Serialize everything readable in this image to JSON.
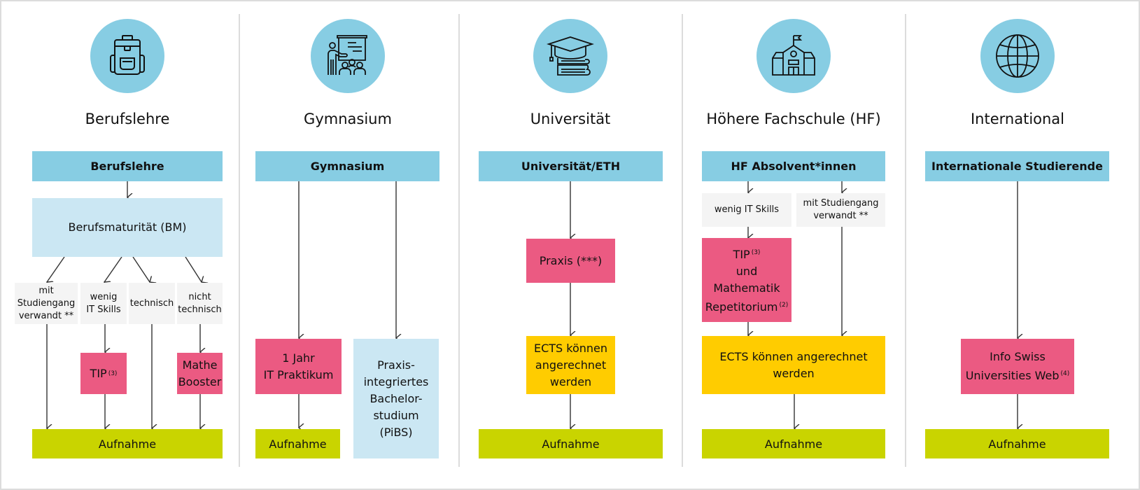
{
  "colors": {
    "header_blue": "#87cde3",
    "light_blue": "#cbe7f3",
    "pink": "#eb5a82",
    "yellow": "#ffcc00",
    "green": "#c9d400",
    "grey": "#f4f4f4"
  },
  "columns": [
    {
      "icon": "backpack-icon",
      "title": "Berufslehre",
      "header": "Berufslehre",
      "bm": "Berufsmaturität (BM)",
      "branches": [
        {
          "line1": "mit",
          "line2": "Studiengang",
          "line3": "verwandt **"
        },
        {
          "line1": "wenig",
          "line2": "IT Skills"
        },
        {
          "line1": "technisch"
        },
        {
          "line1": "nicht",
          "line2": "technisch"
        }
      ],
      "tip": {
        "label": "TIP",
        "note": "(3)"
      },
      "mathe": {
        "line1": "Mathe",
        "line2": "Booster"
      },
      "result": "Aufnahme"
    },
    {
      "icon": "teacher-classroom-icon",
      "title": "Gymnasium",
      "header": "Gymnasium",
      "praktikum": {
        "line1": "1 Jahr",
        "line2": "IT Praktikum"
      },
      "pibs": {
        "line1": "Praxis-",
        "line2": "integriertes",
        "line3": "Bachelor-",
        "line4": "studium",
        "line5": "(PiBS)"
      },
      "result": "Aufnahme"
    },
    {
      "icon": "graduation-cap-books-icon",
      "title": "Universität",
      "header": "Universität/ETH",
      "praxis": "Praxis (***)",
      "ects": {
        "line1": "ECTS können",
        "line2": "angerechnet",
        "line3": "werden"
      },
      "result": "Aufnahme"
    },
    {
      "icon": "school-building-icon",
      "title": "Höhere Fachschule (HF)",
      "header": "HF Absolvent*innen",
      "branches": [
        {
          "line1": "wenig IT Skills"
        },
        {
          "line1": "mit Studiengang",
          "line2": "verwandt **"
        }
      ],
      "tip": {
        "line1": "TIP",
        "note1": "(3)",
        "line2": "und",
        "line3": "Mathematik",
        "line4": "Repetitorium",
        "note2": "(2)"
      },
      "ects": {
        "line1": "ECTS können angerechnet",
        "line2": "werden"
      },
      "result": "Aufnahme"
    },
    {
      "icon": "globe-icon",
      "title": "International",
      "header": "Internationale Studierende",
      "info": {
        "line1": "Info Swiss",
        "line2": "Universities Web",
        "note": "(4)"
      },
      "result": "Aufnahme"
    }
  ]
}
